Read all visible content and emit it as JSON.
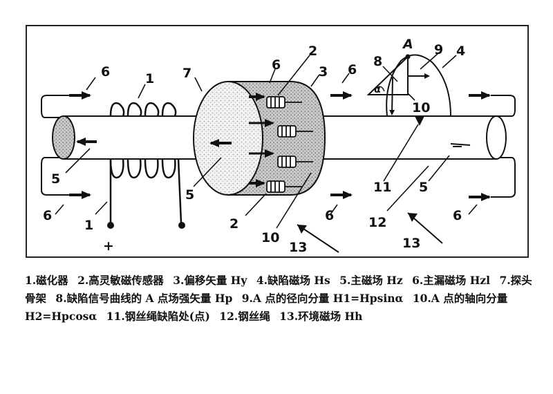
{
  "labels": {
    "n1": "1",
    "n2": "2",
    "n3": "3",
    "n4": "4",
    "n5": "5",
    "n6": "6",
    "n7": "7",
    "n8": "8",
    "n9": "9",
    "n10": "10",
    "n11": "11",
    "n12": "12",
    "n13": "13",
    "plus": "+",
    "A": "A",
    "alpha": "α"
  },
  "caption": [
    "1.磁化器",
    "2.高灵敏磁传感器",
    "3.偏移矢量 Hy",
    "4.缺陷磁场 Hs",
    "5.主磁场 Hz",
    "6.主漏磁场 Hzl",
    "7.探头骨架",
    "8.缺陷信号曲线的 A 点场强矢量 Hp",
    "9.A 点的径向分量 H1=Hpsinα",
    "10.A 点的轴向分量 H2=Hpcosα",
    "11.钢丝绳缺陷处(点)",
    "12.钢丝绳",
    "13.环境磁场 Hh"
  ]
}
